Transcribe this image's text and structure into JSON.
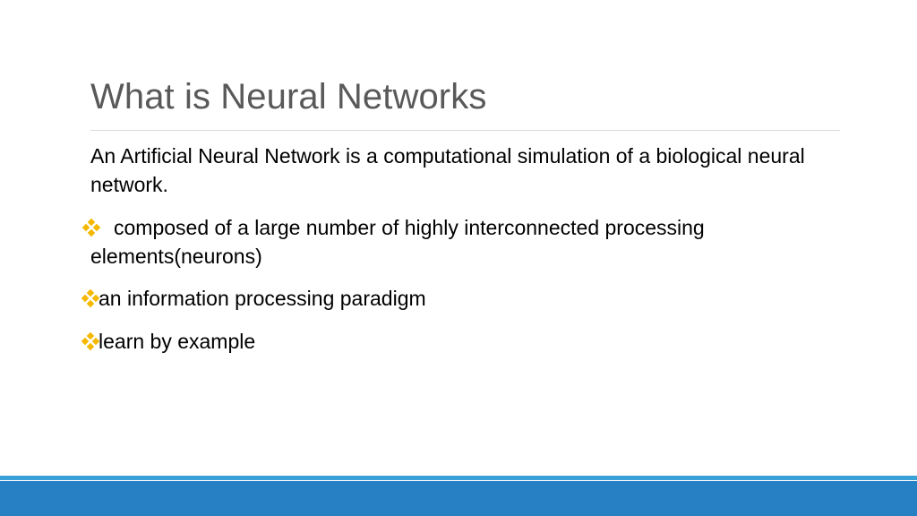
{
  "slide": {
    "title": "What is Neural Networks",
    "paragraph": "An Artificial Neural Network is a computational simulation of a biological neural network.",
    "bullets": [
      {
        "icon": "diamond-cluster-bullet",
        "text": "composed of a large number of highly interconnected processing elements(neurons)"
      },
      {
        "icon": "diamond-cluster-bullet",
        "text": "an information processing paradigm"
      },
      {
        "icon": "diamond-cluster-bullet",
        "text": "learn by example"
      }
    ]
  },
  "colors": {
    "title": "#595959",
    "bullet": "#f5b800",
    "footer_bar": "#2880c4",
    "footer_line": "#3aa0d8"
  }
}
